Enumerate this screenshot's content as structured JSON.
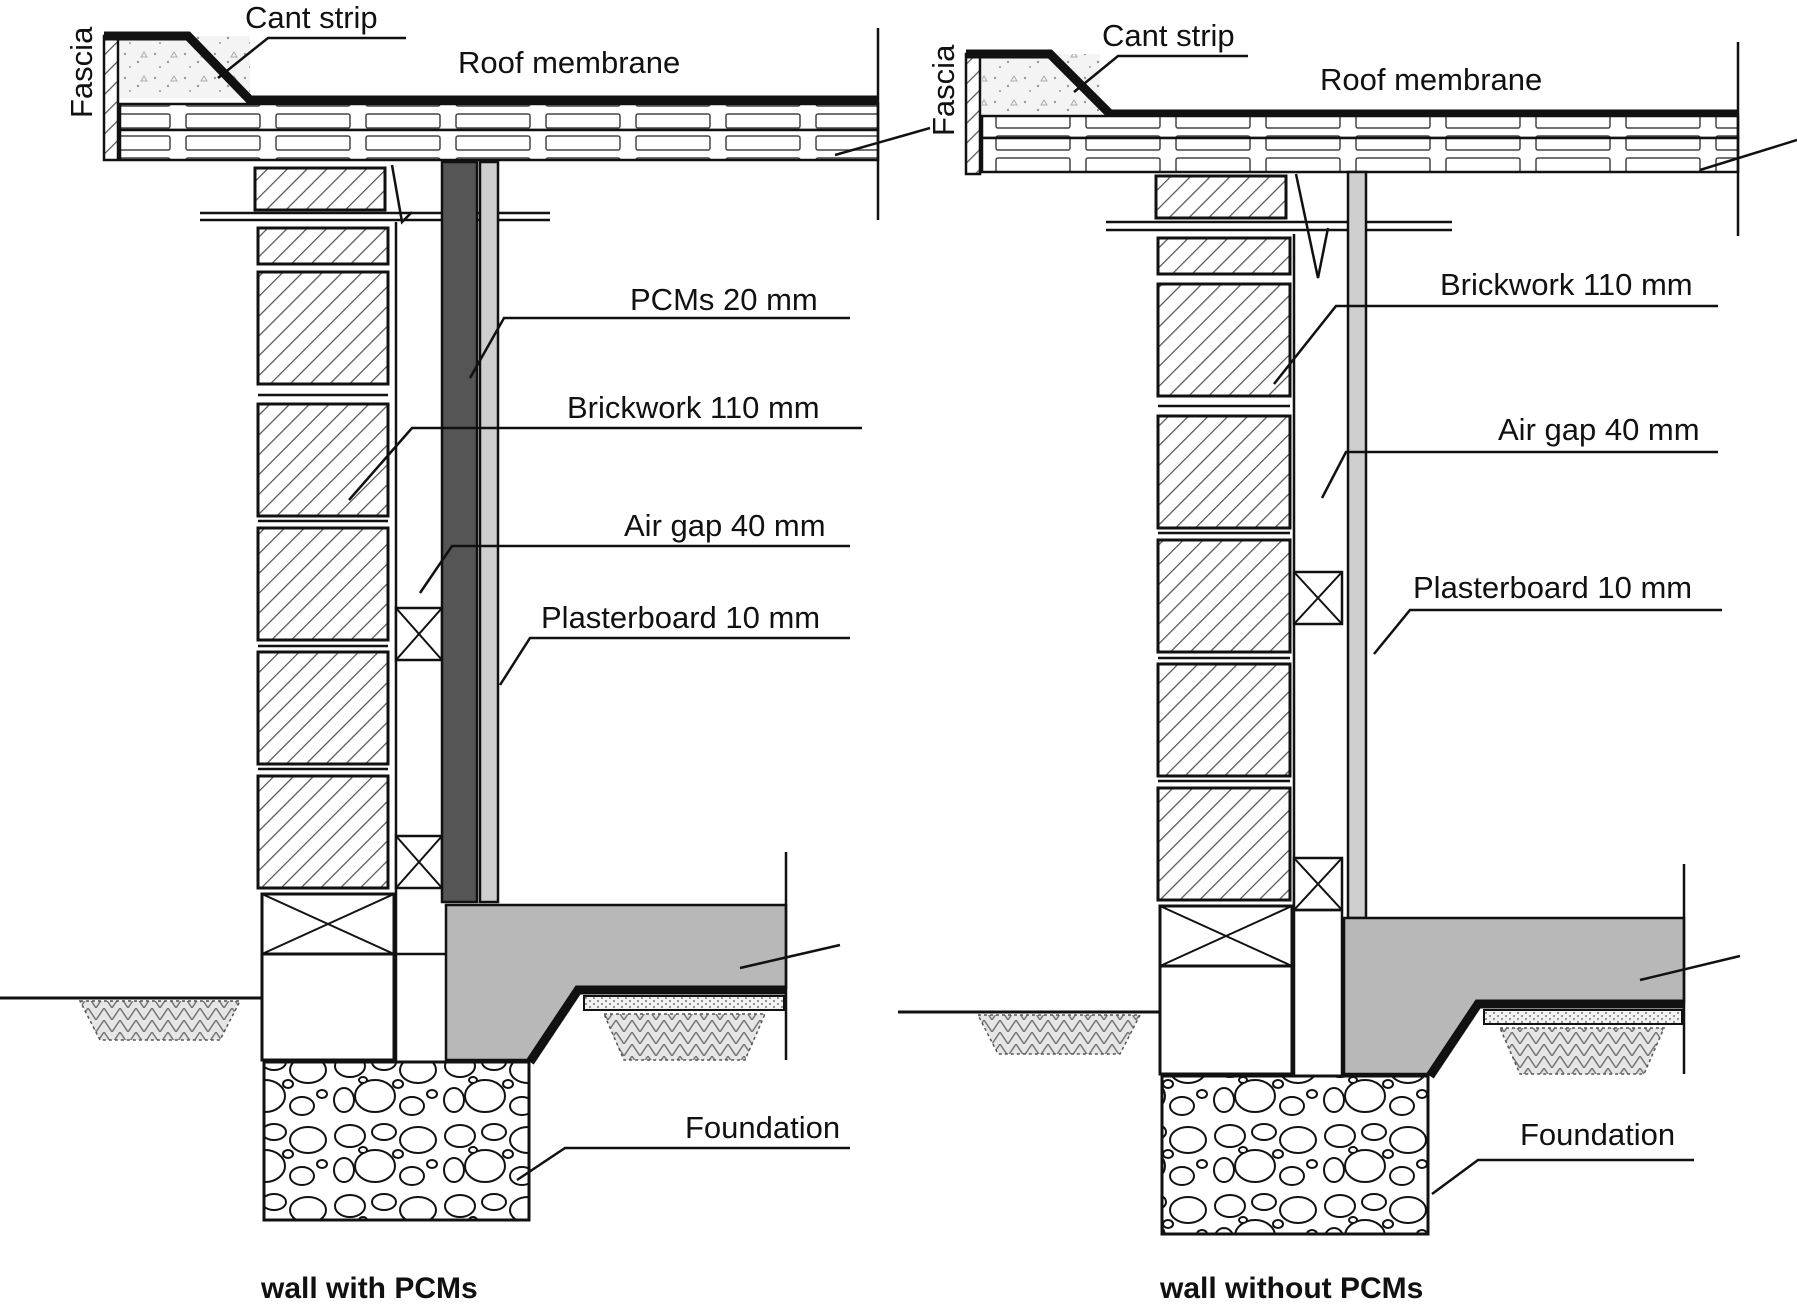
{
  "left": {
    "fascia": "Fascia",
    "cant_strip": "Cant strip",
    "roof_membrane": "Roof membrane",
    "pcms": "PCMs 20 mm",
    "brickwork": "Brickwork 110 mm",
    "air_gap": "Air gap 40 mm",
    "plasterboard": "Plasterboard 10 mm",
    "foundation": "Foundation",
    "caption": "wall with PCMs"
  },
  "right": {
    "fascia": "Fascia",
    "cant_strip": "Cant strip",
    "roof_membrane": "Roof membrane",
    "brickwork": "Brickwork 110 mm",
    "air_gap": "Air gap 40 mm",
    "plasterboard": "Plasterboard 10 mm",
    "foundation": "Foundation",
    "caption": "wall without PCMs"
  },
  "colors": {
    "pcm": "#555555",
    "plasterboard": "#cfcfcf",
    "concrete": "#b8b8b8",
    "line": "#111111"
  }
}
